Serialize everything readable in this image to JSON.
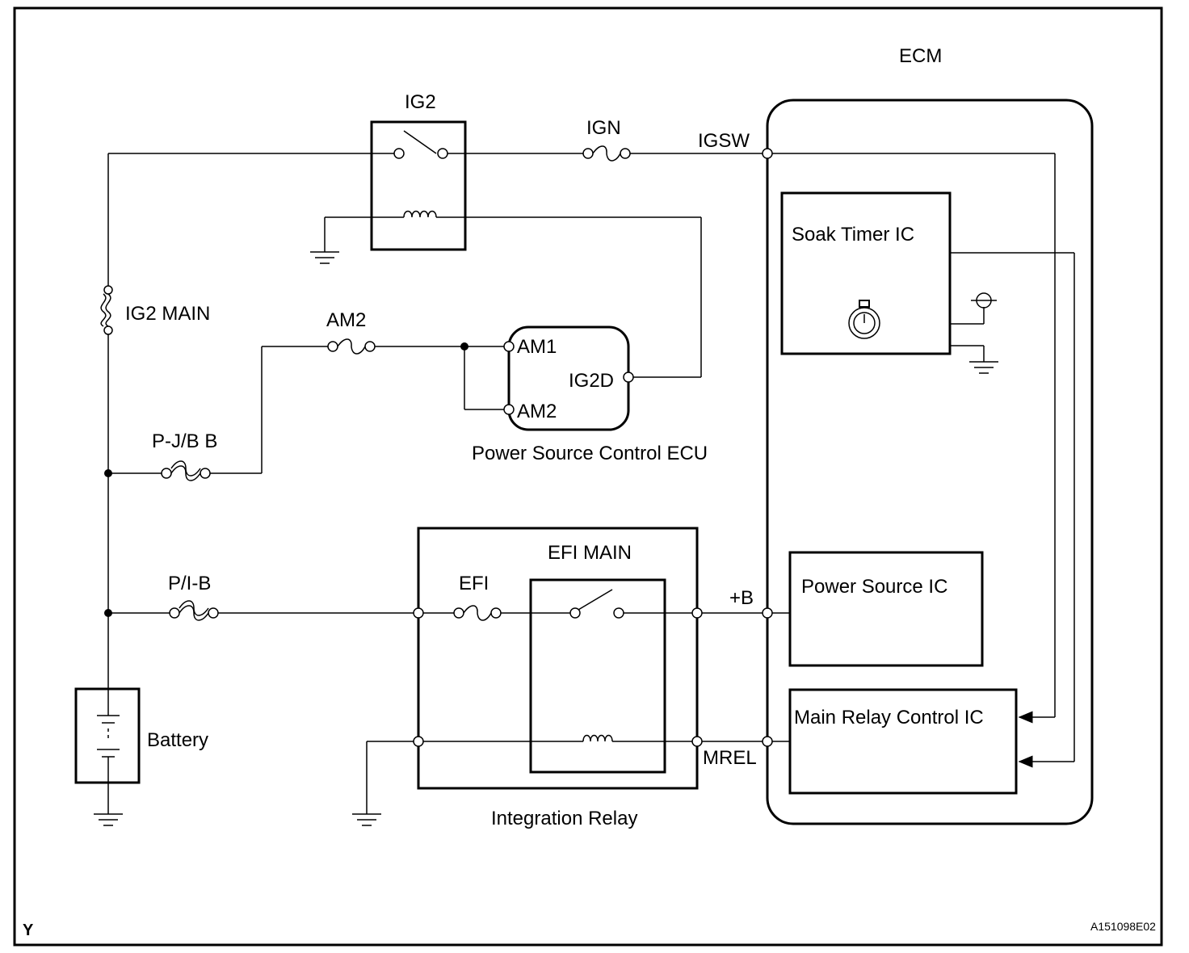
{
  "diagram": {
    "corner_letter": "Y",
    "figure_id": "A151098E02",
    "components": {
      "ecm": "ECM",
      "ig2_relay": "IG2",
      "ign_fuse": "IGN",
      "igsw_terminal": "IGSW",
      "ig2_main_fuse": "IG2 MAIN",
      "am2_fuse": "AM2",
      "am1_terminal": "AM1",
      "am2_terminal": "AM2",
      "ig2d_terminal": "IG2D",
      "power_source_control_ecu": "Power Source Control ECU",
      "pjb_b_fuse": "P-J/B B",
      "pib_fuse": "P/I-B",
      "efi_main_relay": "EFI MAIN",
      "efi_fuse": "EFI",
      "plus_b_terminal": "+B",
      "mrel_terminal": "MREL",
      "integration_relay": "Integration Relay",
      "battery": "Battery",
      "soak_timer_ic": "Soak Timer IC",
      "power_source_ic": "Power Source IC",
      "main_relay_control_ic": "Main Relay Control IC"
    }
  }
}
